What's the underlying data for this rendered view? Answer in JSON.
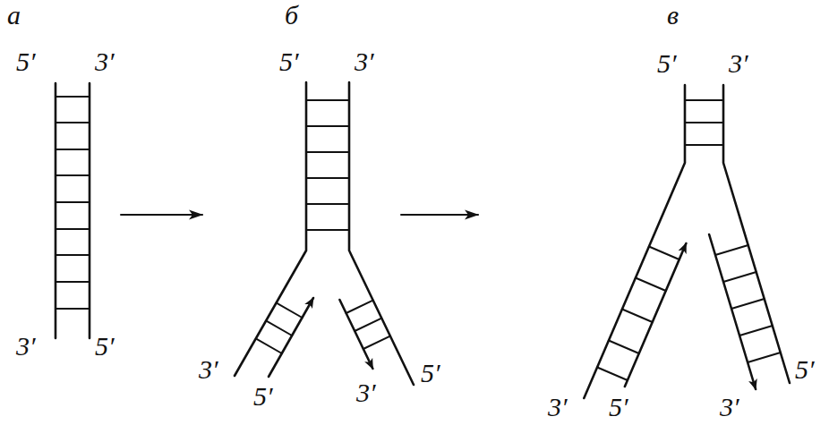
{
  "diagram": {
    "labels": [
      "а",
      "5′",
      "3′",
      "3′",
      "5′",
      "б",
      "5′",
      "3′",
      "3′",
      "5′",
      "3′",
      "5′",
      "в",
      "5′",
      "3′",
      "3′",
      "5′",
      "3′",
      "5′"
    ]
  }
}
